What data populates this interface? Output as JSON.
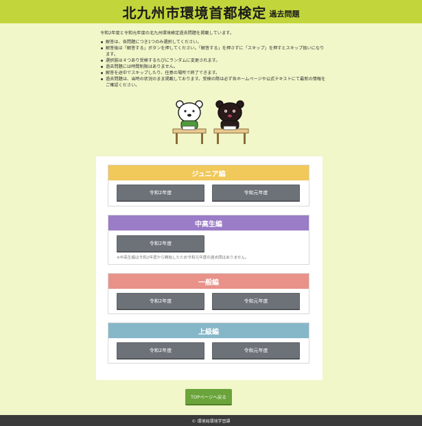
{
  "header": {
    "title": "北九州市環境首都検定",
    "subtitle": "過去問題"
  },
  "intro": {
    "lead": "令和2年度と令和元年度の北九州環境検定過去問題を掲載しています。",
    "bullets": [
      "解答は、各問題につき1つのみ選択してください。",
      "解答後は「解答する」ボタンを押してください。「解答する」を押さずに「スキップ」を押すとスキップ扱いになります。",
      "選択肢は４つあり受検するたびにランダムに変更されます。",
      "過去問題には時間制限はありません。",
      "解答を途中でスキップしたり、任意の場所で終了できます。",
      "過去問題は、当時の状況のまま掲載しております。受検の際は必ず各ホームページや公式テキストにて最新の情報をご確認ください。"
    ]
  },
  "sections": {
    "junior": {
      "title": "ジュニア編",
      "color": "#f1c85a",
      "buttons": [
        "令和2年度",
        "令和元年度"
      ]
    },
    "highschool": {
      "title": "中高生編",
      "color": "#9b7cc7",
      "buttons": [
        "令和2年度"
      ],
      "note": "※中高生編は令和2年度から開始したため令和元年度の過去問はありません。"
    },
    "general": {
      "title": "一般編",
      "color": "#e8928a",
      "buttons": [
        "令和2年度",
        "令和元年度"
      ]
    },
    "advanced": {
      "title": "上級編",
      "color": "#86b7c9",
      "buttons": [
        "令和2年度",
        "令和元年度"
      ]
    }
  },
  "top_button_label": "TOPページへ戻る",
  "footer": "© 環境局環境学習課",
  "colors": {
    "header_bg": "#c2d63c",
    "page_bg": "#f1f7c9",
    "button_gray": "#6d7278",
    "top_button_green": "#6aa43a"
  }
}
